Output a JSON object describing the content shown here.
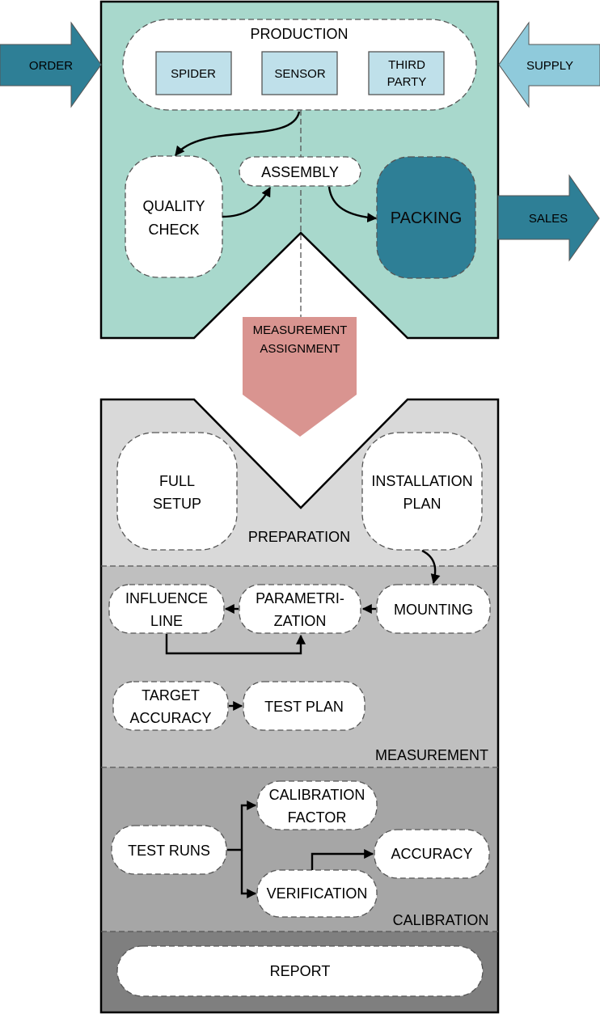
{
  "colors": {
    "production_bg": "#a8d8cc",
    "preparation_bg": "#d9d9d9",
    "measurement_bg": "#bfbfbf",
    "calibration_bg": "#a6a6a6",
    "report_bg": "#7f7f7f",
    "order_arrow": "#2e7f96",
    "supply_arrow": "#8fcadb",
    "sales_arrow": "#2e7f96",
    "packing_fill": "#2e7f96",
    "measurement_assignment_arrow": "#d99490"
  },
  "top": {
    "production": {
      "label": "PRODUCTION",
      "items": [
        "SPIDER",
        "SENSOR",
        "THIRD",
        "PARTY"
      ]
    },
    "quality_check": [
      "QUALITY",
      "CHECK"
    ],
    "assembly": "ASSEMBLY",
    "packing": "PACKING"
  },
  "arrows": {
    "order": "ORDER",
    "supply": "SUPPLY",
    "sales": "SALES",
    "measurement_assignment": [
      "MEASUREMENT",
      "ASSIGNMENT"
    ]
  },
  "preparation": {
    "label": "PREPARATION",
    "full_setup": [
      "FULL",
      "SETUP"
    ],
    "installation_plan": [
      "INSTALLATION",
      "PLAN"
    ]
  },
  "measurement": {
    "label": "MEASUREMENT",
    "influence_line": [
      "INFLUENCE",
      "LINE"
    ],
    "parametrization": [
      "PARAMETRI-",
      "ZATION"
    ],
    "mounting": "MOUNTING",
    "target_accuracy": [
      "TARGET",
      "ACCURACY"
    ],
    "test_plan": "TEST PLAN"
  },
  "calibration": {
    "label": "CALIBRATION",
    "test_runs": "TEST RUNS",
    "calibration_factor": [
      "CALIBRATION",
      "FACTOR"
    ],
    "verification": "VERIFICATION",
    "accuracy": "ACCURACY"
  },
  "report": {
    "label": "REPORT"
  }
}
